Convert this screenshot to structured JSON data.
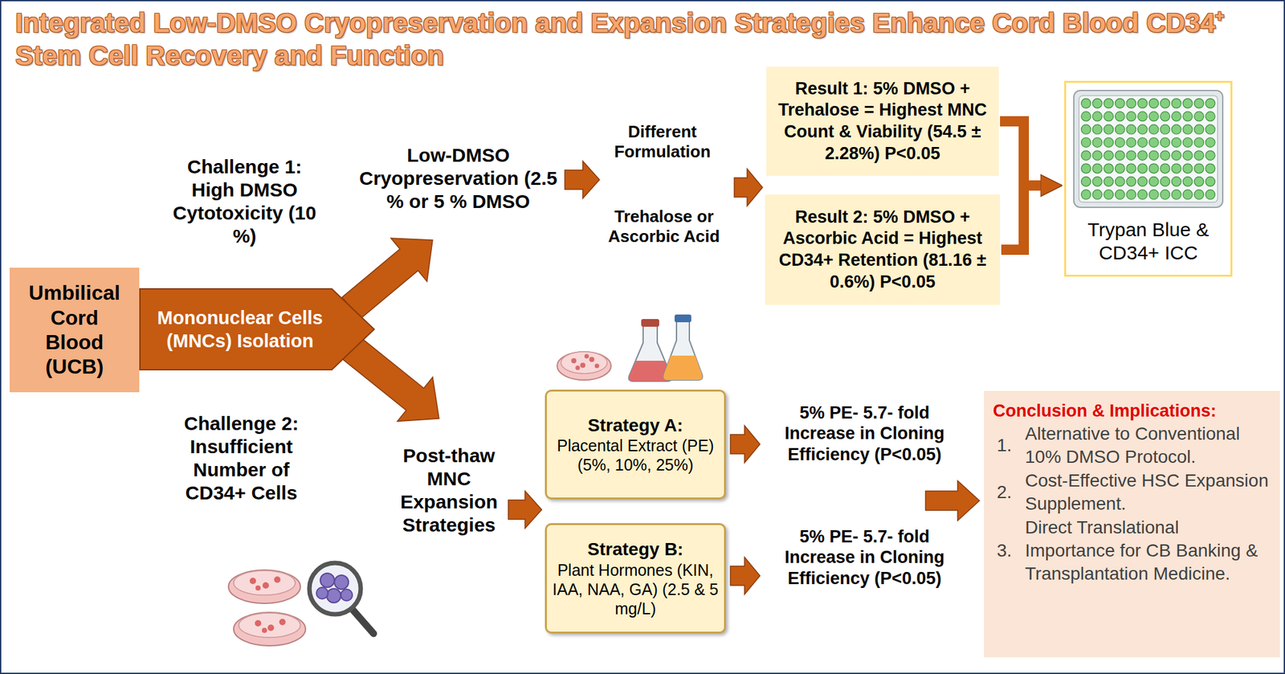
{
  "diagram": {
    "title": "Integrated Low-DMSO Cryopreservation and Expansion Strategies Enhance Cord Blood CD34⁺ Stem Cell Recovery and Function",
    "nodes": [
      {
        "text": [
          "Umbilical Cord Blood (UCB)"
        ]
      },
      {
        "text": [
          "Mononuclear Cells (MNCs) Isolation"
        ]
      },
      {
        "text": [
          "Result 1: 5% DMSO + Trehalose = Highest MNC Count & Viability (54.5 ± 2.28%) P<0.05"
        ]
      },
      {
        "text": [
          "Result 2: 5% DMSO + Ascorbic Acid = Highest CD34+ Retention (81.16 ± 0.6%) P<0.05"
        ]
      },
      {
        "text": [
          "Trypan Blue & CD34+ ICC"
        ]
      },
      {
        "text": [
          "Strategy A:",
          "Placental Extract (PE) (5%, 10%, 25%)"
        ]
      },
      {
        "text": [
          "Strategy B:",
          "Plant Hormones (KIN, IAA, NAA, GA) (2.5 & 5 mg/L)"
        ]
      },
      {
        "text": [
          "Conclusion & Implications:",
          "1.",
          "Alternative to Conventional 10% DMSO Protocol.",
          "2.",
          "Cost-Effective HSC Expansion Supplement.",
          "3.",
          "Direct Translational Importance for CB Banking & Transplantation Medicine."
        ]
      }
    ],
    "edges": [
      {
        "from": 2,
        "to": 4,
        "arrow": "to"
      },
      {
        "from": 3,
        "to": 4,
        "arrow": "to"
      }
    ],
    "labels": [
      "Challenge 1: High DMSO Cytotoxicity (10 %)",
      "Low-DMSO Cryopreservation (2.5 % or 5 % DMSO",
      "Different Formulation",
      "Trehalose or Ascorbic Acid",
      "Challenge 2: Insufficient Number of CD34+ Cells",
      "Post-thaw MNC Expansion Strategies",
      "5% PE- 5.7- fold Increase in Cloning Efficiency (P<0.05)",
      "5% PE- 5.7- fold Increase in Cloning Efficiency (P<0.05)"
    ]
  }
}
